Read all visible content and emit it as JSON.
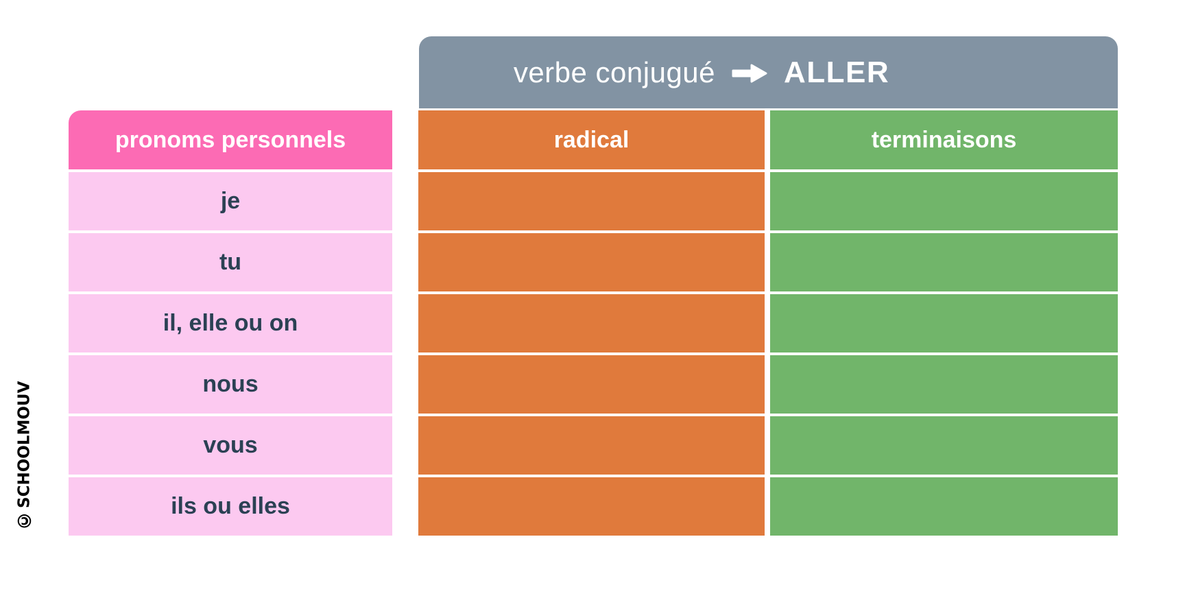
{
  "header": {
    "title_prefix": "verbe conjugué",
    "arrow_icon": "right-arrow",
    "verb": "ALLER"
  },
  "table": {
    "columns": [
      {
        "key": "pronoun",
        "label": "pronoms personnels"
      },
      {
        "key": "radical",
        "label": "radical"
      },
      {
        "key": "terminaison",
        "label": "terminaisons"
      }
    ],
    "rows": [
      {
        "pronoun": "je",
        "radical": "",
        "terminaison": ""
      },
      {
        "pronoun": "tu",
        "radical": "",
        "terminaison": ""
      },
      {
        "pronoun": "il, elle ou on",
        "radical": "",
        "terminaison": ""
      },
      {
        "pronoun": "nous",
        "radical": "",
        "terminaison": ""
      },
      {
        "pronoun": "vous",
        "radical": "",
        "terminaison": ""
      },
      {
        "pronoun": "ils ou elles",
        "radical": "",
        "terminaison": ""
      }
    ]
  },
  "watermark": {
    "copyright_symbol": "©",
    "brand": "SCHOOLMOUV"
  },
  "colors": {
    "banner_gray": "#8293a3",
    "pronoun_header_pink": "#fc6bb4",
    "pronoun_cell_pink": "#fcc9f0",
    "radical_orange": "#e07a3c",
    "terminaison_green": "#71b56a",
    "row_text_dark": "#2b4154",
    "header_text_white": "#ffffff"
  }
}
